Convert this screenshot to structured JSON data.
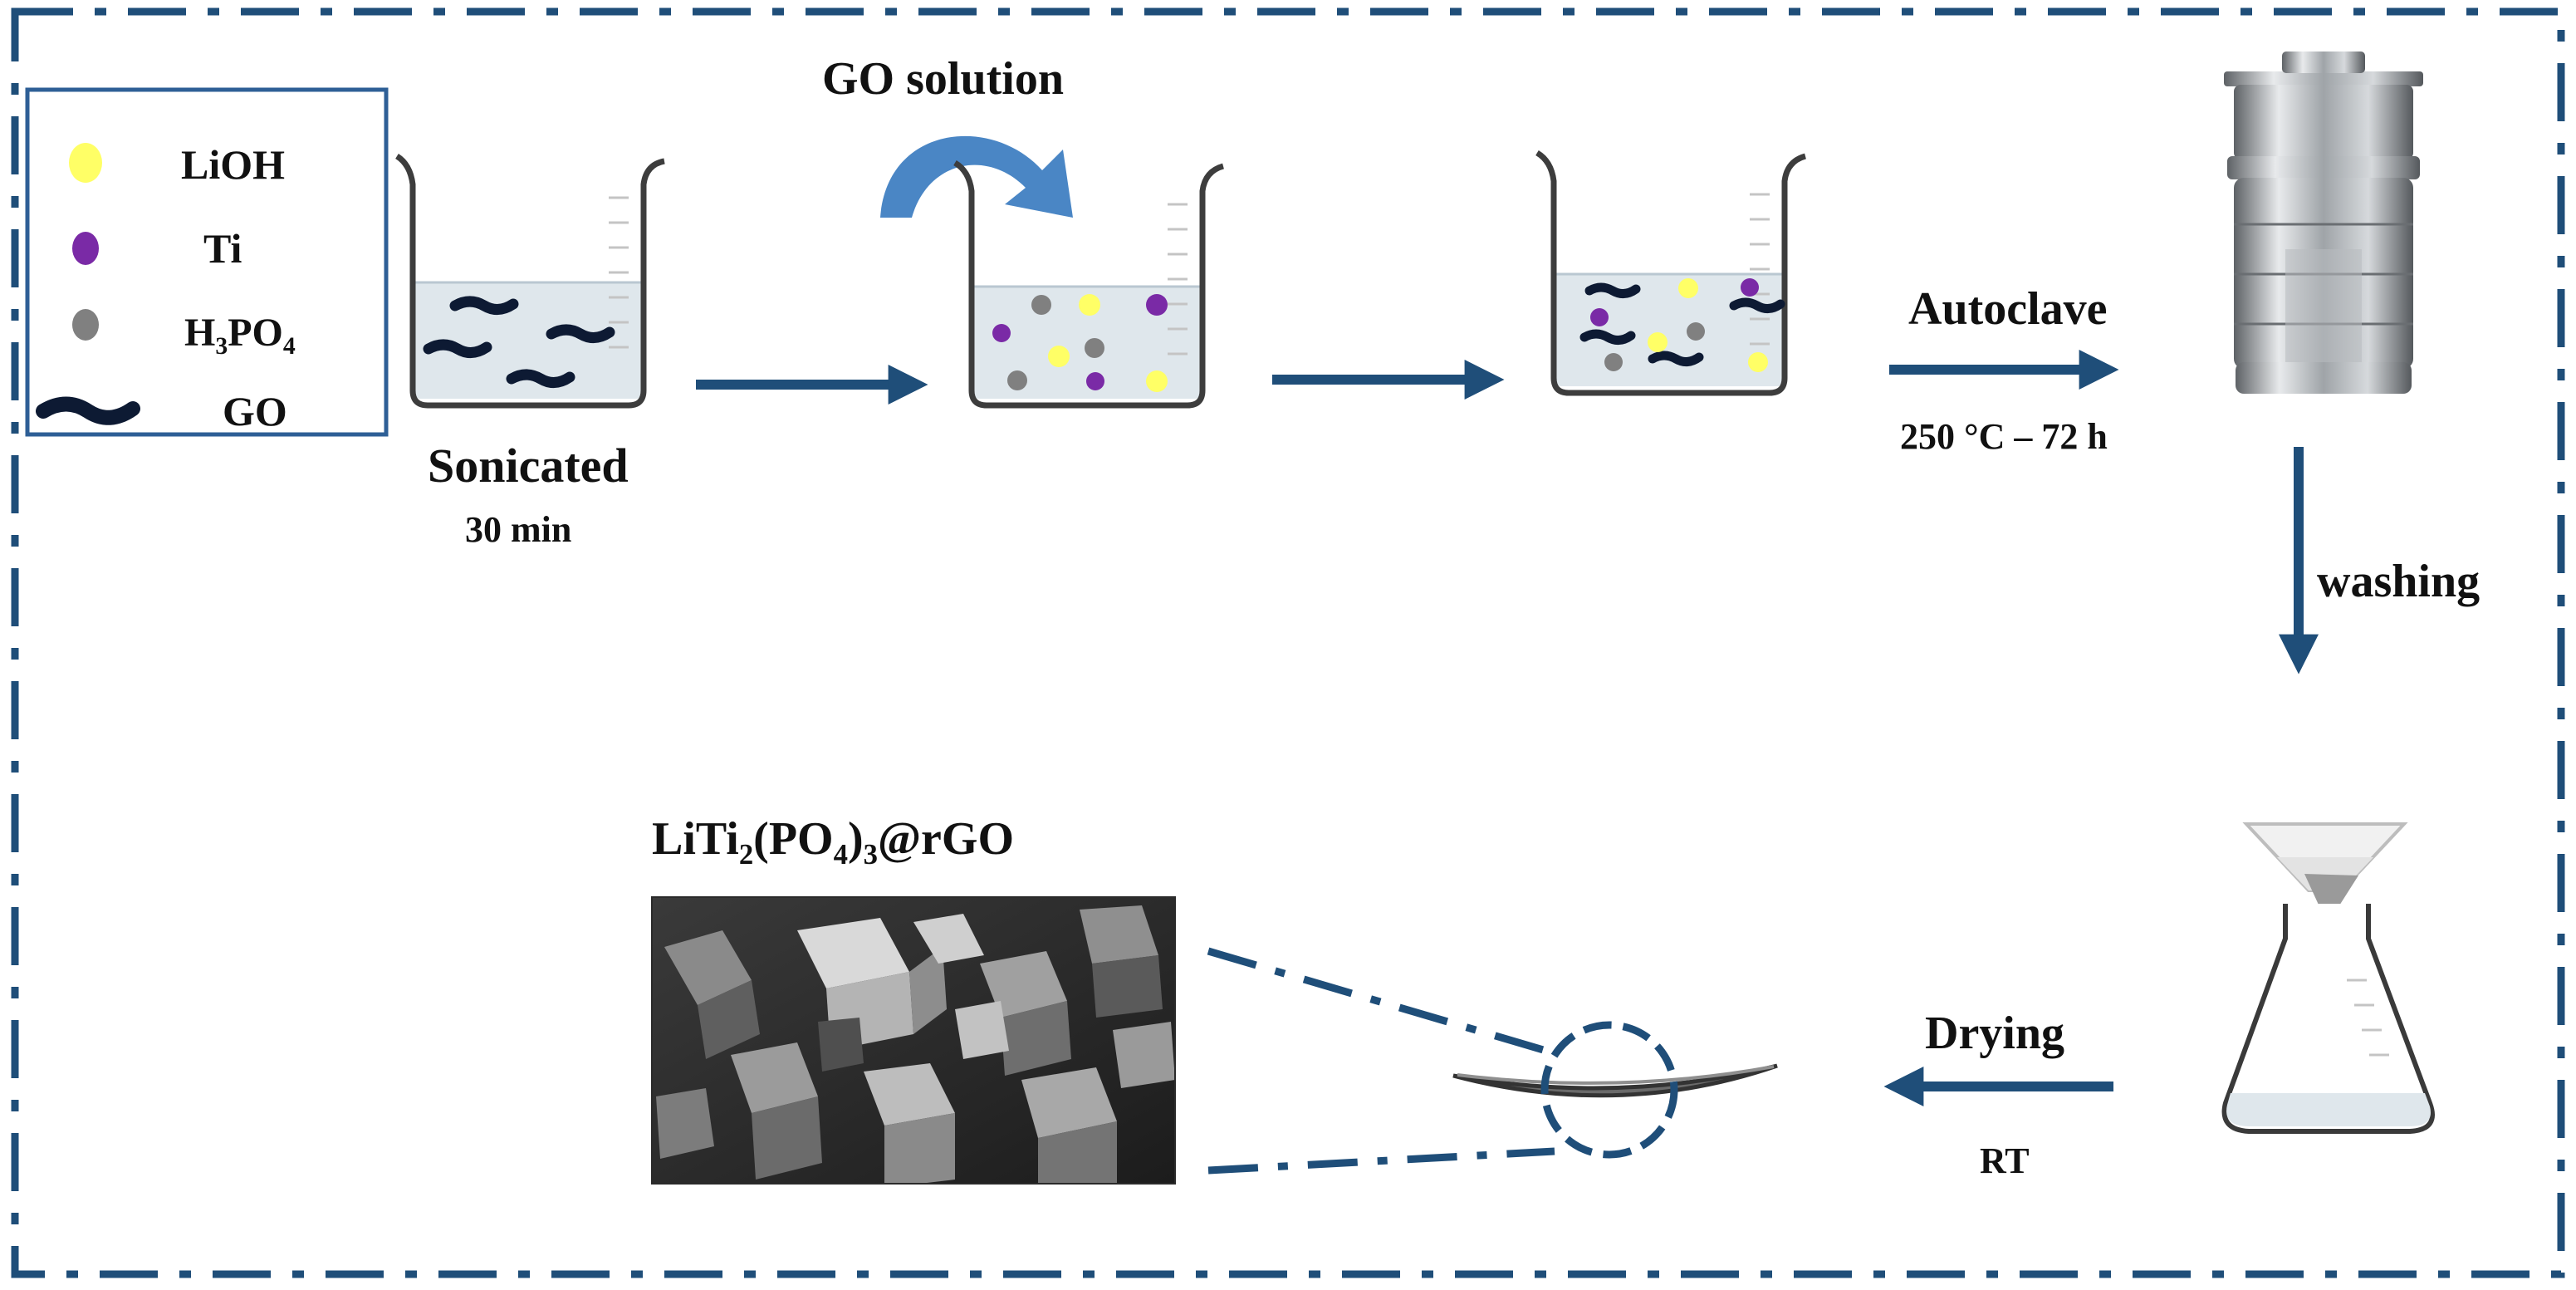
{
  "legend": {
    "items": [
      {
        "name": "LiOH",
        "color": "#ffff66"
      },
      {
        "name": "Ti",
        "color": "#7a2aa6"
      },
      {
        "name": "H3PO4",
        "color": "#808080"
      },
      {
        "name": "GO",
        "color": "#0d1a33"
      }
    ],
    "h3po4_parts": {
      "h": "H",
      "n3": "3",
      "po": "PO",
      "n4": "4"
    }
  },
  "steps": {
    "go_solution": "GO solution",
    "sonicated": "Sonicated",
    "sonicated_time": "30 min",
    "autoclave": "Autoclave",
    "autoclave_conditions": "250 °C – 72 h",
    "washing": "washing",
    "drying": "Drying",
    "drying_condition": "RT"
  },
  "product": {
    "parts": {
      "a": "LiTi",
      "b": "2",
      "c": "(PO",
      "d": "4",
      "e": ")",
      "f": "3",
      "g": "@rGO"
    }
  },
  "colors": {
    "arrow": "#1f4e79",
    "frame": "#1f4e79",
    "liquid": "#dfe7ec",
    "curved_arrow": "#4a86c5"
  }
}
